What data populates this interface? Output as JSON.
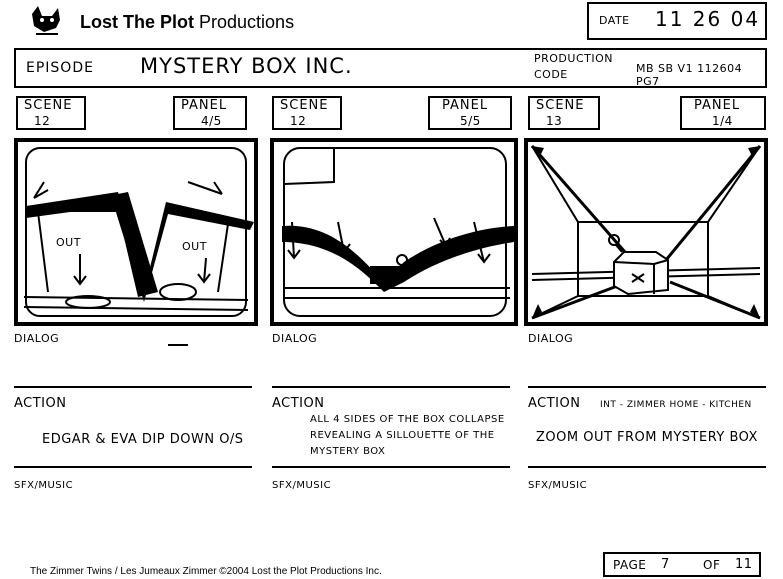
{
  "header": {
    "brand_bold": "Lost The Plot",
    "brand_light": "Productions",
    "date_label": "DATE",
    "date_value": "11 26 04"
  },
  "episode": {
    "label": "EPISODE",
    "title": "MYSTERY BOX INC.",
    "code_label_1": "PRODUCTION",
    "code_label_2": "CODE",
    "code_value": "MB SB V1 112604 PG7"
  },
  "panels": [
    {
      "scene_label": "SCENE",
      "scene_value": "12",
      "panel_label": "PANEL",
      "panel_value": "4/5",
      "dialog_label": "DIALOG",
      "dialog_text": "",
      "action_label": "ACTION",
      "action_note": "",
      "action_text": "EDGAR & EVA DIP DOWN O/S",
      "sfx_label": "SFX/MUSIC",
      "drawing_labels": [
        "OUT",
        "OUT"
      ]
    },
    {
      "scene_label": "SCENE",
      "scene_value": "12",
      "panel_label": "PANEL",
      "panel_value": "5/5",
      "dialog_label": "DIALOG",
      "dialog_text": "",
      "action_label": "ACTION",
      "action_note": "",
      "action_text_lines": [
        "ALL 4 SIDES OF THE BOX COLLAPSE",
        "REVEALING A SILLOUETTE OF THE",
        "MYSTERY BOX"
      ],
      "sfx_label": "SFX/MUSIC"
    },
    {
      "scene_label": "SCENE",
      "scene_value": "13",
      "panel_label": "PANEL",
      "panel_value": "1/4",
      "dialog_label": "DIALOG",
      "dialog_text": "",
      "action_label": "ACTION",
      "action_note": "INT - ZIMMER HOME - KITCHEN",
      "action_text": "ZOOM OUT FROM MYSTERY BOX",
      "sfx_label": "SFX/MUSIC"
    }
  ],
  "footer": {
    "copyright": "The Zimmer Twins / Les Jumeaux Zimmer ©2004 Lost the Plot Productions Inc.",
    "page_label": "PAGE",
    "page_value": "7",
    "of_label": "OF",
    "of_value": "11"
  },
  "icons": {
    "logo": "cat-icon"
  }
}
